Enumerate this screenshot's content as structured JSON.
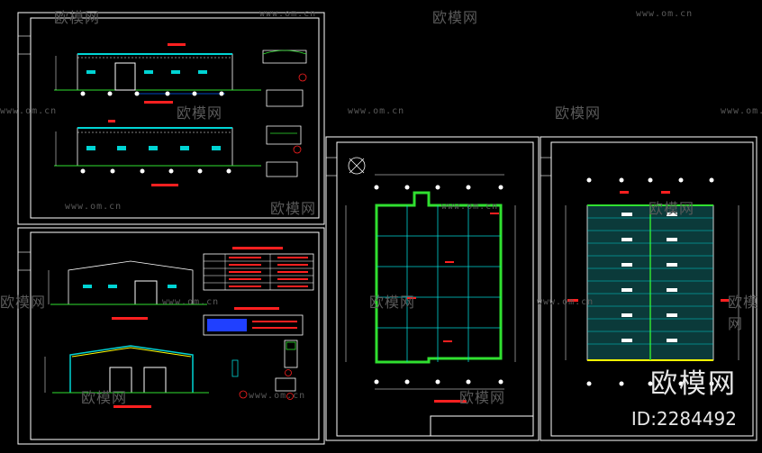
{
  "watermark": {
    "brand": "欧模网",
    "url": "www.om.cn"
  },
  "corner_brand": {
    "name": "欧模网",
    "id_label": "ID:2284492"
  },
  "colors": {
    "frame": "#ffffff",
    "cyan": "#00d4d4",
    "green": "#30e030",
    "red": "#ff2020",
    "yellow": "#ffff00",
    "watermark": "#5a5a5a"
  }
}
